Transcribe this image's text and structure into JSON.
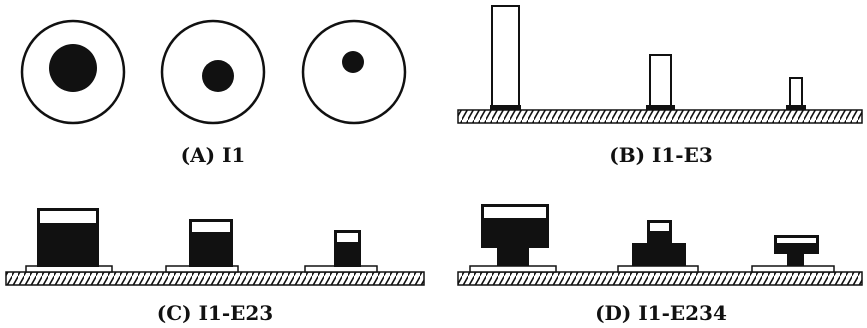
{
  "panels": {
    "a": {
      "label": "(A) I1"
    },
    "b": {
      "label": "(B) I1-E3"
    },
    "c": {
      "label": "(C) I1-E23"
    },
    "d": {
      "label": "(D) I1-E234"
    }
  },
  "colors": {
    "ink": "#111111",
    "paper": "#ffffff"
  }
}
